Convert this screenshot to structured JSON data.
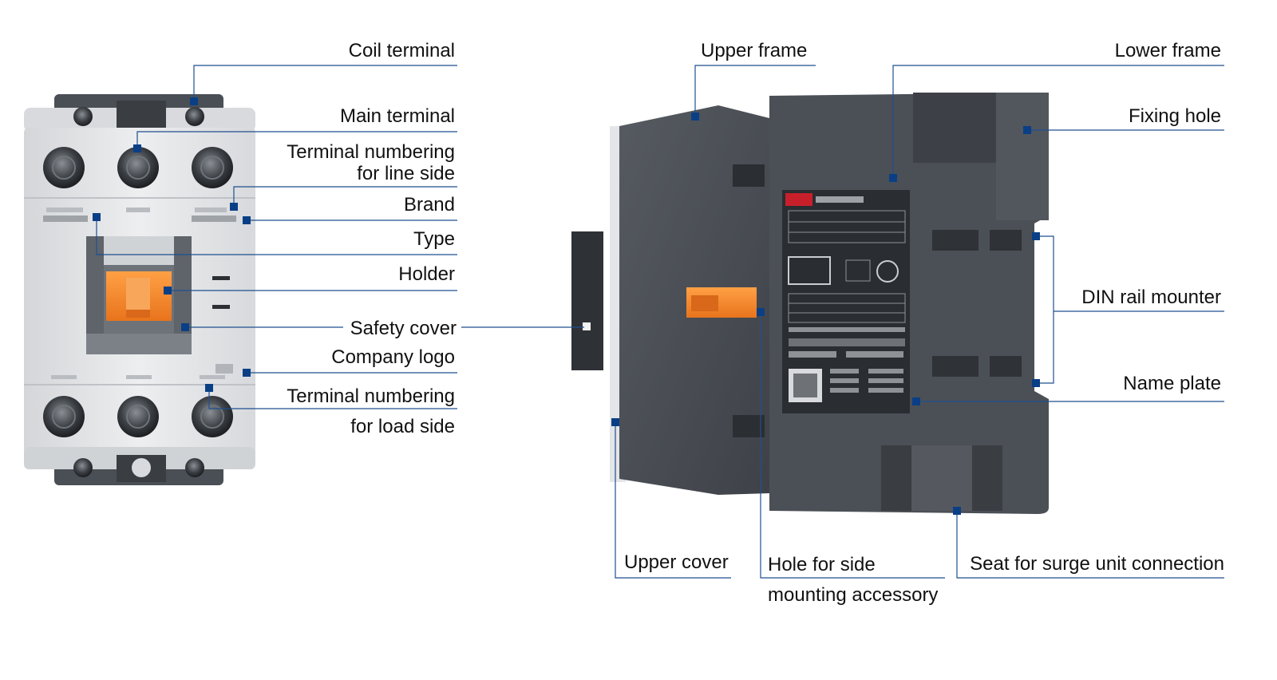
{
  "colors": {
    "leader_line": "#1f4f8f",
    "marker": "#0a3f86",
    "housing_dark": "#4a4f55",
    "housing_light": "#e6e8ea",
    "holder_orange": "#f28a2a"
  },
  "front_view": {
    "labels": {
      "coil_terminal": "Coil terminal",
      "main_terminal": "Main terminal",
      "terminal_numbering_line_1": "Terminal numbering",
      "terminal_numbering_line_2": "for line side",
      "brand": "Brand",
      "type": "Type",
      "holder": "Holder",
      "safety_cover": "Safety cover",
      "company_logo": "Company logo",
      "terminal_numbering_load_1": "Terminal numbering",
      "terminal_numbering_load_2": "for load side"
    }
  },
  "side_view": {
    "labels": {
      "upper_frame": "Upper frame",
      "lower_frame": "Lower frame",
      "fixing_hole": "Fixing hole",
      "din_rail_mounter": "DIN rail mounter",
      "name_plate": "Name plate",
      "upper_cover": "Upper cover",
      "hole_side_1": "Hole for side",
      "hole_side_2": "mounting accessory",
      "seat_surge": "Seat for surge unit connection"
    }
  }
}
